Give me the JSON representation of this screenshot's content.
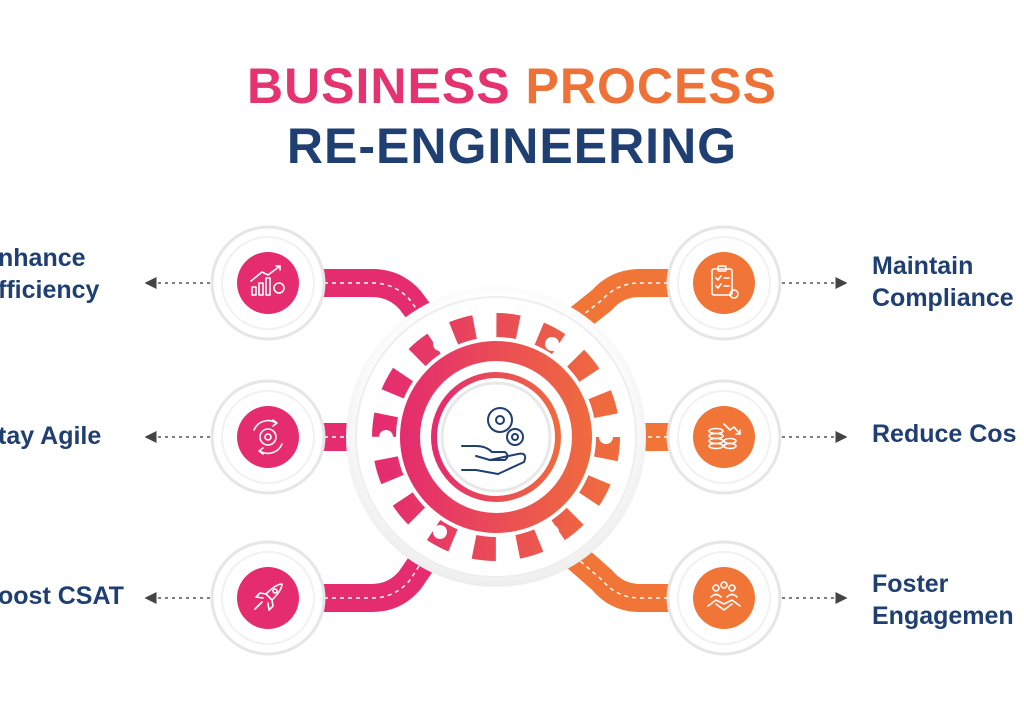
{
  "title": {
    "line1_part1": "BUSINESS",
    "line1_part2": "PROCESS",
    "line2": "RE-ENGINEERING"
  },
  "colors": {
    "pink": "#e4336f",
    "orange": "#ee7138",
    "navy": "#1f3f72"
  },
  "items": [
    {
      "lines": [
        "nhance",
        "fficiency"
      ],
      "icon": "growth-chart-icon",
      "side": "left"
    },
    {
      "lines": [
        "tay Agile"
      ],
      "icon": "agile-cycle-icon",
      "side": "left"
    },
    {
      "lines": [
        "oost CSAT"
      ],
      "icon": "rocket-icon",
      "side": "left"
    },
    {
      "lines": [
        "Maintain",
        "Compliance"
      ],
      "icon": "checklist-icon",
      "side": "right"
    },
    {
      "lines": [
        "Reduce Cos"
      ],
      "icon": "cost-coins-icon",
      "side": "right"
    },
    {
      "lines": [
        "Foster",
        "Engagemen"
      ],
      "icon": "handshake-team-icon",
      "side": "right"
    }
  ],
  "center_icon": "hand-gears-icon"
}
